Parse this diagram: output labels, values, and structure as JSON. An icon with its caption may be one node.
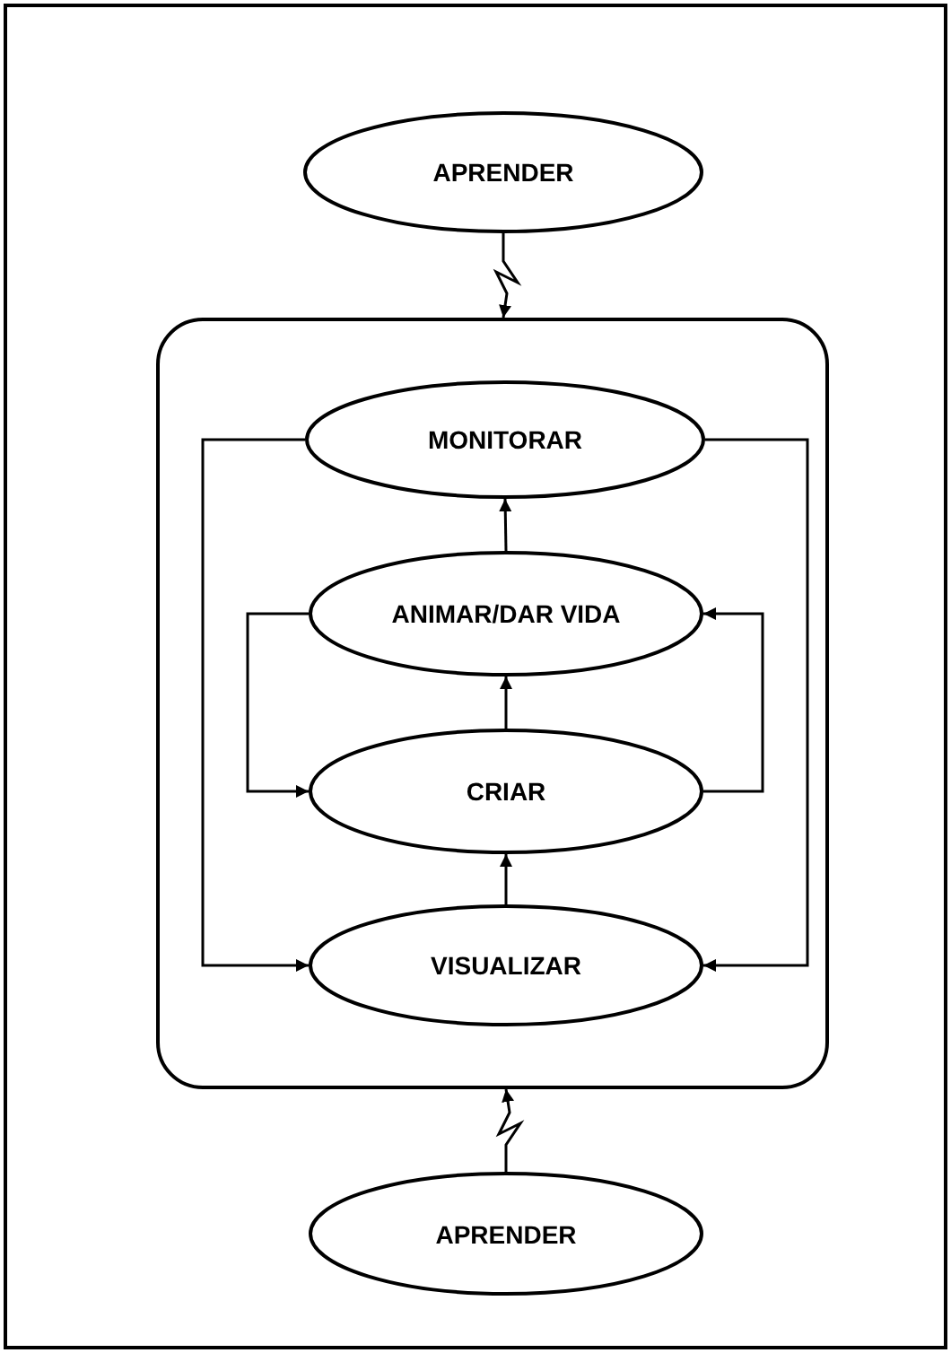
{
  "diagram": {
    "nodes": [
      {
        "text": [
          "APRENDER"
        ]
      },
      {
        "text": [],
        "shape": "box"
      },
      {
        "text": [
          "MONITORAR"
        ],
        "in": 1
      },
      {
        "text": [
          "ANIMAR/DAR VIDA"
        ],
        "in": 1
      },
      {
        "text": [
          "CRIAR"
        ],
        "in": 1
      },
      {
        "text": [
          "VISUALIZAR"
        ],
        "in": 1
      },
      {
        "text": [
          "APRENDER"
        ]
      }
    ],
    "edges": [
      {
        "from": 0,
        "to": 1,
        "arrow": "to"
      },
      {
        "from": 3,
        "to": 2,
        "arrow": "to"
      },
      {
        "from": 3,
        "to": 4,
        "arrow": "to"
      },
      {
        "from": 4,
        "to": 3,
        "arrow": "to"
      },
      {
        "from": 4,
        "to": 3,
        "arrow": "to"
      },
      {
        "from": 2,
        "to": 5,
        "arrow": "to"
      },
      {
        "from": 2,
        "to": 5,
        "arrow": "to"
      },
      {
        "from": 5,
        "to": 4,
        "arrow": "to"
      },
      {
        "from": 6,
        "to": 1,
        "arrow": "to"
      }
    ]
  }
}
